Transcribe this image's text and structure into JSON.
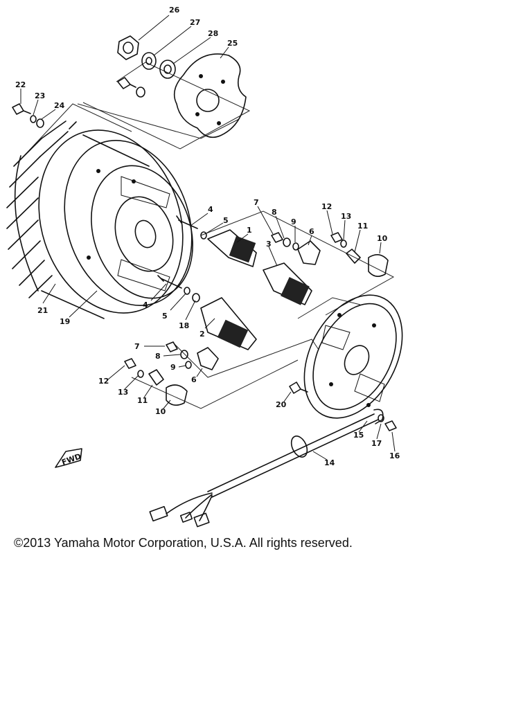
{
  "diagram": {
    "callouts": [
      "26",
      "27",
      "28",
      "25",
      "22",
      "23",
      "24",
      "21",
      "19",
      "4",
      "5",
      "1",
      "7",
      "8",
      "9",
      "6",
      "12",
      "13",
      "11",
      "10",
      "3",
      "4",
      "5",
      "18",
      "2",
      "7",
      "8",
      "9",
      "6",
      "12",
      "13",
      "11",
      "10",
      "20",
      "15",
      "17",
      "16",
      "14"
    ],
    "front_marker": "FWD"
  },
  "footer": {
    "copyright": "©2013 Yamaha Motor Corporation, U.S.A. All rights reserved."
  }
}
